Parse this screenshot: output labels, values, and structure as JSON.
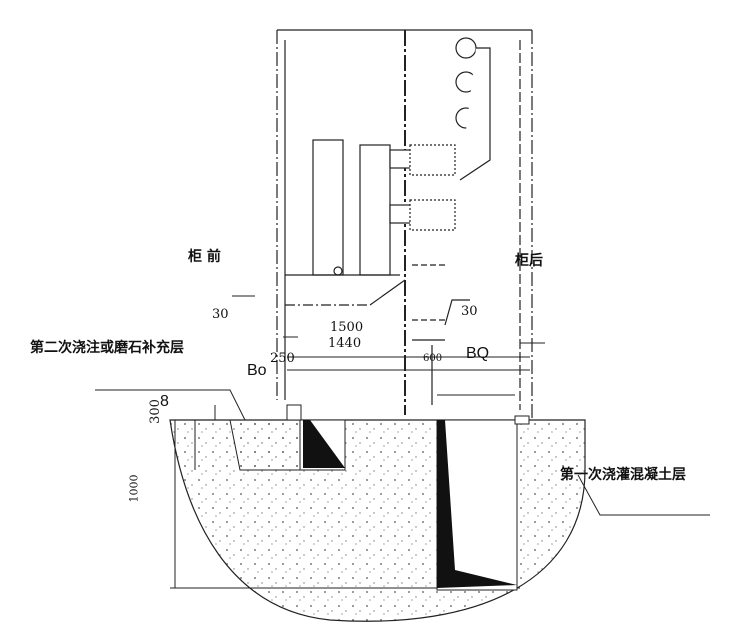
{
  "labels": {
    "front": "柜 前",
    "rear": "柜后",
    "second_pour": "第二次浇注或磨石补充层",
    "first_pour": "第一次浇灌混凝土层",
    "dim_30_left": "30",
    "dim_30_right": "30",
    "dim_1500": "1500",
    "dim_1440": "1440",
    "dim_250": "250",
    "dim_600": "600",
    "dim_bo": "Bo",
    "dim_bq": "BQ",
    "dim_300": "300",
    "dim_8": "8",
    "dim_1000": "1000"
  },
  "colors": {
    "line": "#222222",
    "fill": "#111111"
  }
}
